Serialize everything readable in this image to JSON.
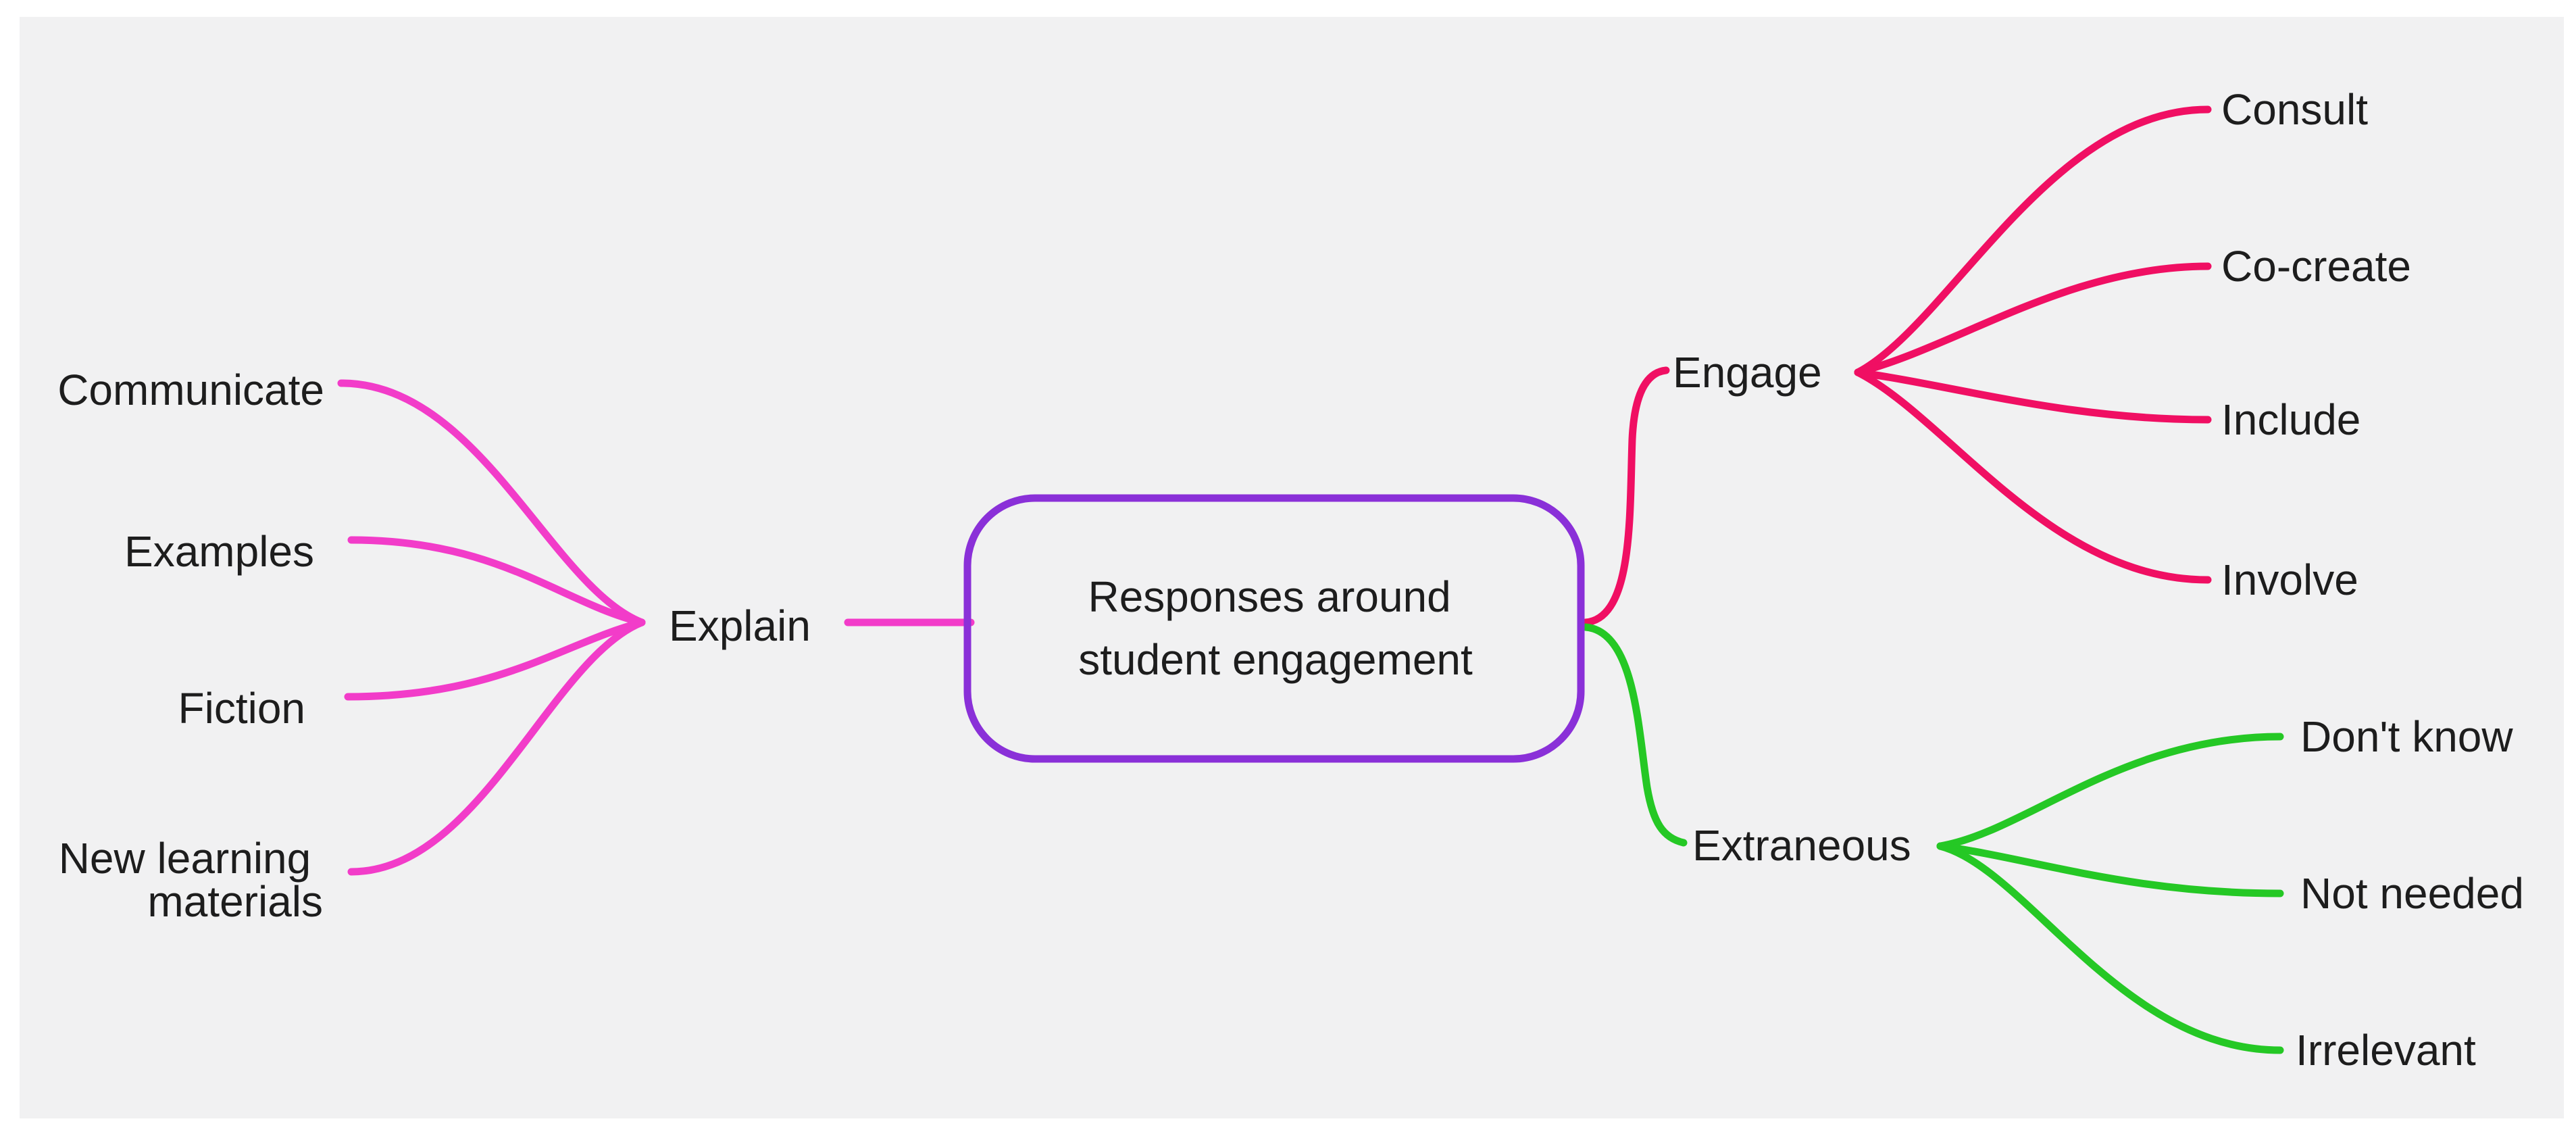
{
  "canvas": {
    "page_background": "#ffffff",
    "surface_color": "#f1f1f2"
  },
  "root_node": {
    "label": "Responses around student engagement",
    "line1": "Responses around",
    "line2": "student engagement",
    "border_color": "#8a30d8",
    "text_color": "#1d1d1d"
  },
  "branches": [
    {
      "label": "Explain",
      "color": "#f23cc9",
      "side": "left",
      "children": [
        "Communicate",
        "Examples",
        "Fiction",
        "New learning materials"
      ],
      "wrap": {
        "line1": "New learning",
        "line2": "materials"
      }
    },
    {
      "label": "Engage",
      "color": "#f00f63",
      "side": "right-top",
      "children": [
        "Consult",
        "Co-create",
        "Include",
        "Involve"
      ]
    },
    {
      "label": "Extraneous",
      "color": "#25c825",
      "side": "right-bottom",
      "children": [
        "Don't know",
        "Not needed",
        "Irrelevant"
      ]
    }
  ]
}
